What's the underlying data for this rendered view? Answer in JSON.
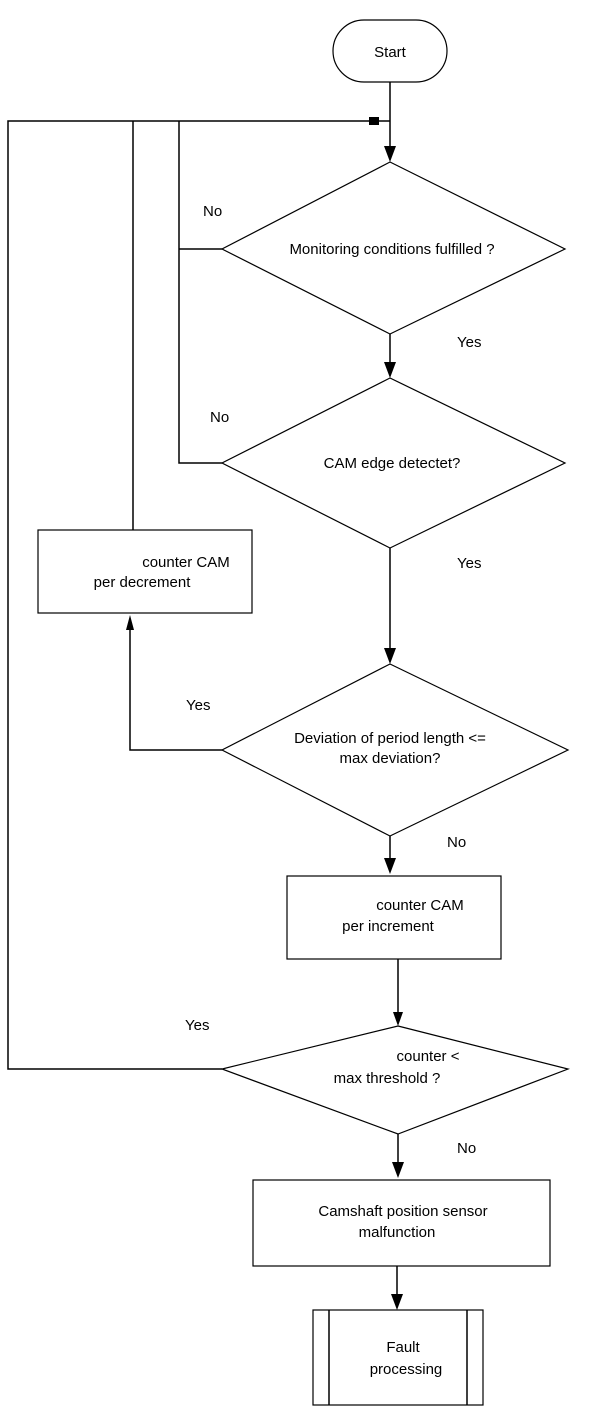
{
  "start": {
    "label": "Start"
  },
  "decision_monitoring": {
    "label": "Monitoring conditions fulfilled ?",
    "no_label": "No",
    "yes_label": "Yes"
  },
  "decision_cam_edge": {
    "label": "CAM edge detectet?",
    "no_label": "No",
    "yes_label": "Yes"
  },
  "process_decrement": {
    "line1": "counter CAM",
    "line2": "per decrement"
  },
  "decision_deviation": {
    "line1": "Deviation of period length  <=",
    "line2": "max deviation?",
    "yes_label": "Yes",
    "no_label": "No"
  },
  "process_increment": {
    "line1": "counter CAM",
    "line2": "per increment"
  },
  "decision_threshold": {
    "line1": "counter  <",
    "line2": "max threshold ?",
    "yes_label": "Yes",
    "no_label": "No"
  },
  "process_malfunction": {
    "line1": "Camshaft position sensor",
    "line2": "malfunction"
  },
  "fault": {
    "line1": "Fault",
    "line2": "processing"
  }
}
